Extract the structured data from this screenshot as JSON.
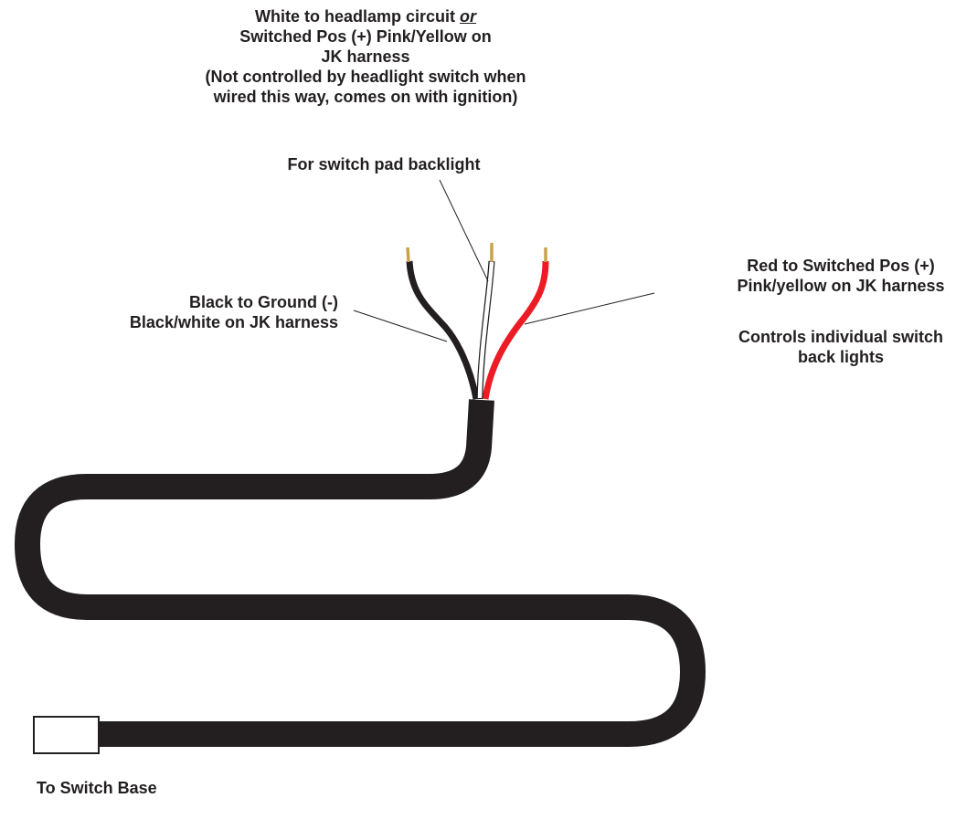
{
  "labels": {
    "white_wire": {
      "line1_prefix": "White to headlamp circuit ",
      "line1_or": "or",
      "line2": "Switched Pos (+) Pink/Yellow on",
      "line3": "JK harness",
      "line4": "(Not controlled by headlight switch when",
      "line5": "wired this way, comes on with ignition)"
    },
    "backlight": "For switch pad backlight",
    "black_wire": {
      "line1": "Black to Ground (-)",
      "line2": "Black/white on JK harness"
    },
    "red_wire": {
      "line1": "Red to Switched Pos (+)",
      "line2": "Pink/yellow on JK harness"
    },
    "red_description": {
      "line1": "Controls individual switch",
      "line2": "back lights"
    },
    "switch_base": "To Switch Base"
  },
  "colors": {
    "cable": "#231f20",
    "black_wire": "#231f20",
    "red_wire": "#ed1c24",
    "white_wire": "#ffffff",
    "wire_tip": "#c8a24a",
    "leader_line": "#231f20",
    "text": "#231f20"
  }
}
